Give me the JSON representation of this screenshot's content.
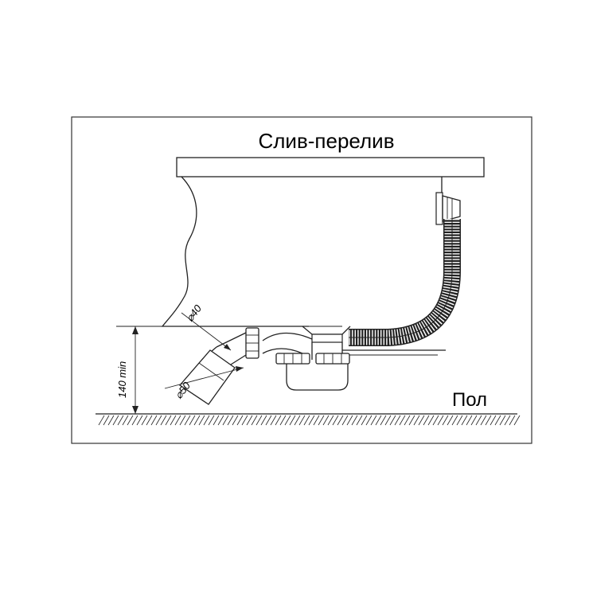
{
  "diagram": {
    "title": "Слив-перелив",
    "floor_label": "Пол",
    "dim_height": "140 min",
    "dim_pipe_40": "⌀40",
    "dim_pipe_50": "⌀50"
  },
  "colors": {
    "line": "#222222",
    "background": "#ffffff"
  }
}
